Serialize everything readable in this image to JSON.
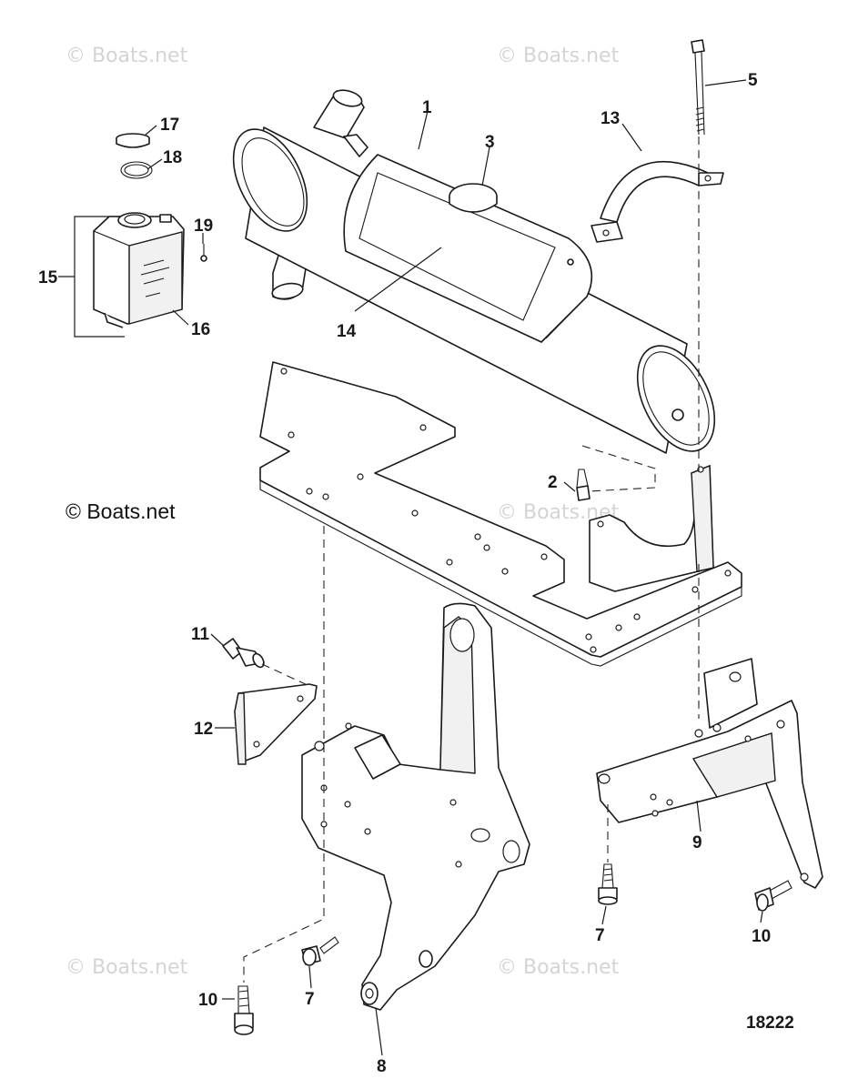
{
  "watermarks": {
    "top_left": "© Boats.net",
    "top_right": "© Boats.net",
    "middle_left": "© Boats.net",
    "middle_right": "© Boats.net",
    "bottom_left": "© Boats.net",
    "bottom_right": "© Boats.net"
  },
  "figure_number": "18222",
  "callouts": {
    "c1": "1",
    "c2": "2",
    "c3": "3",
    "c5": "5",
    "c7a": "7",
    "c7b": "7",
    "c8": "8",
    "c9": "9",
    "c10a": "10",
    "c10b": "10",
    "c11": "11",
    "c12": "12",
    "c13": "13",
    "c14": "14",
    "c15": "15",
    "c16": "16",
    "c17": "17",
    "c18": "18",
    "c19": "19"
  }
}
